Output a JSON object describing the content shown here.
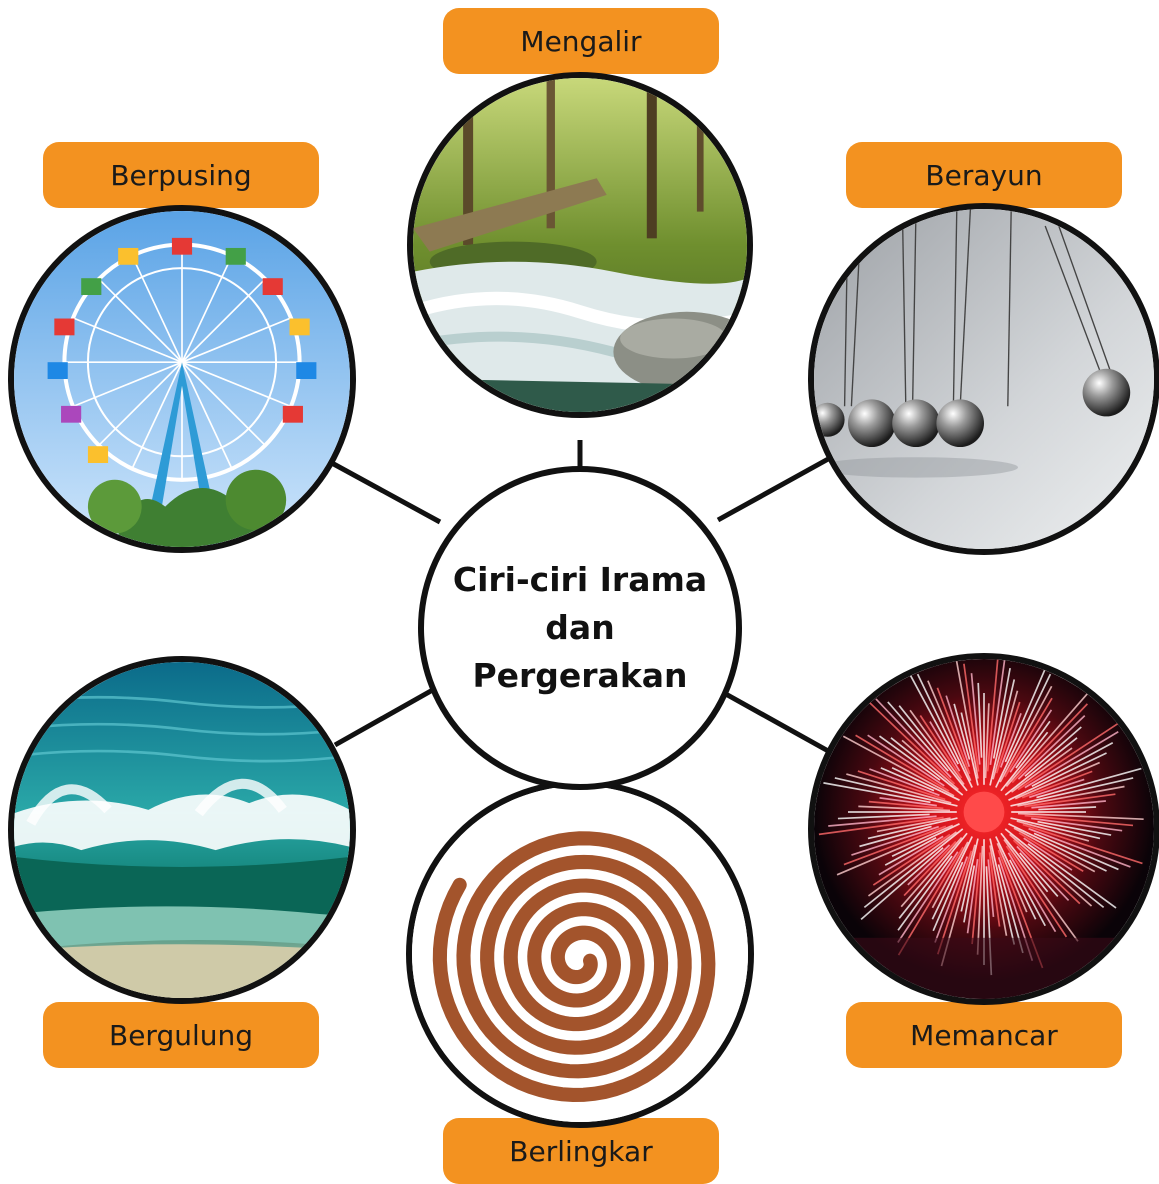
{
  "center": {
    "line1": "Ciri-ciri Irama",
    "line2": "dan Pergerakan"
  },
  "nodes": [
    {
      "label": "Mengalir",
      "icon": "river-photo"
    },
    {
      "label": "Berpusing",
      "icon": "ferris-wheel-photo"
    },
    {
      "label": "Berayun",
      "icon": "newtons-cradle-photo"
    },
    {
      "label": "Bergulung",
      "icon": "ocean-wave-photo"
    },
    {
      "label": "Berlingkar",
      "icon": "mosquito-coil-photo"
    },
    {
      "label": "Memancar",
      "icon": "fireworks-photo"
    }
  ],
  "colors": {
    "label_bg": "#f39220",
    "outline": "#111111"
  }
}
